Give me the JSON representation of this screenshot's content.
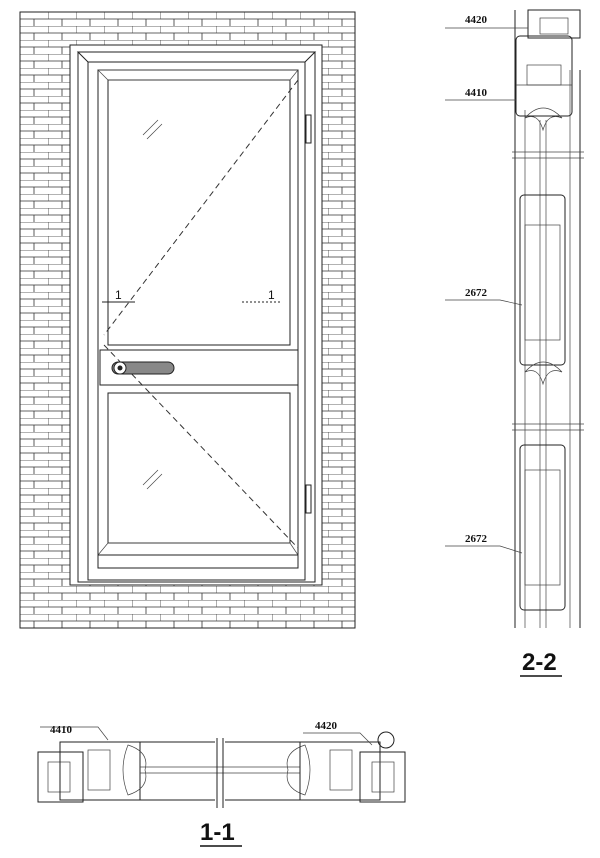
{
  "elevation": {
    "section_marks": {
      "left": "1",
      "right": "1"
    }
  },
  "section_2_2": {
    "title": "2-2",
    "labels": [
      "4420",
      "4410",
      "2672",
      "2672"
    ]
  },
  "section_1_1": {
    "title": "1-1",
    "labels": {
      "left": "4410",
      "right": "4420"
    }
  }
}
